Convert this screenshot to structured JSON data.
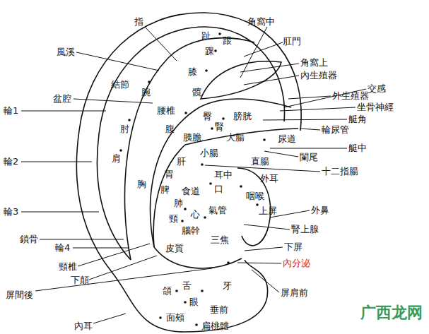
{
  "diagram": {
    "labels": [
      "指",
      "角窩中",
      "趾",
      "跟",
      "肛門",
      "風溪",
      "踝",
      "角窩上",
      "膝",
      "內生殖器",
      "結節",
      "腕",
      "髖",
      "交感",
      "外生殖器",
      "盆腔",
      "坐骨神經",
      "輪1",
      "腰椎",
      "臀",
      "膀胱",
      "艇角",
      "腎",
      "輪尿管",
      "肘",
      "腹",
      "胰膽",
      "大腸",
      "尿道",
      "艇中",
      "小腸",
      "闌尾",
      "肩",
      "輪2",
      "肝",
      "直腸",
      "十二指腸",
      "胃",
      "耳中",
      "外耳",
      "胸",
      "脾",
      "食道",
      "口",
      "咽喉",
      "肺",
      "輪3",
      "上屏",
      "外鼻",
      "氣管",
      "心",
      "頸",
      "腎上腺",
      "腦幹",
      "鎖骨",
      "三焦",
      "輪4",
      "皮質",
      "下屏",
      "頸椎",
      "內分泌",
      "下顛",
      "頜",
      "舌",
      "牙",
      "屏間後",
      "屏肩前",
      "眼",
      "垂前",
      "面頰",
      "內耳",
      "扁桃體",
      "广西龙网"
    ]
  }
}
